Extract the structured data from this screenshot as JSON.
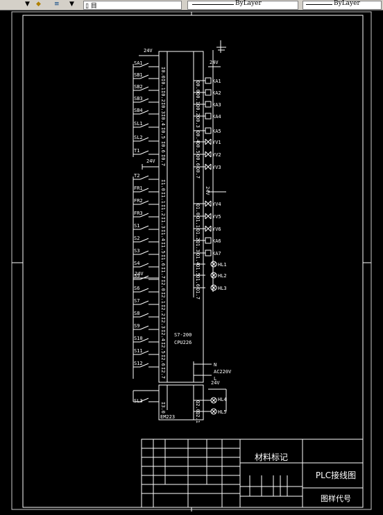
{
  "toolbar": {
    "layer_value": "ByLayer",
    "linetype_value": "ByLayer",
    "icons": [
      "chevron-down-icon",
      "layer-icon",
      "layer-stack-icon",
      "dropdown-icon"
    ]
  },
  "drawing": {
    "inputs_left_top": [
      "SA1",
      "SB1",
      "SB2",
      "SB3",
      "SB4",
      "SL1",
      "SL2",
      "T1"
    ],
    "inputs_left_bottom": [
      "T2",
      "FR1",
      "FR2",
      "FR3",
      "S1",
      "S2",
      "S3",
      "S4",
      "S5",
      "S6",
      "S7",
      "S8",
      "S9",
      "S10",
      "S11",
      "S12"
    ],
    "input_terminals_top": [
      "I0.0",
      "I0.1",
      "I0.2",
      "I0.3",
      "I0.4",
      "I0.5",
      "I0.6",
      "I0.7"
    ],
    "input_terminals_bottom": [
      "I1.0",
      "I1.1",
      "I1.2",
      "I1.3",
      "I1.4",
      "I1.5",
      "I1.6",
      "I1.7",
      "I2.0",
      "I2.1",
      "I2.2",
      "I2.3",
      "I2.4",
      "I2.5",
      "I2.6",
      "I2.7"
    ],
    "outputs_right_top": [
      "KA1",
      "KA2",
      "KA3",
      "KA4",
      "KA5",
      "YV1",
      "YV2",
      "YV3"
    ],
    "outputs_right_bottom": [
      "YV4",
      "YV5",
      "YV6",
      "KA6",
      "KA7",
      "HL1",
      "HL2",
      "HL3"
    ],
    "output_terminals_top": [
      "Q0.0",
      "Q0.1",
      "Q0.2",
      "Q0.3",
      "Q0.4",
      "Q0.5",
      "Q0.6",
      "Q0.7"
    ],
    "output_terminals_bottom": [
      "Q1.0",
      "Q1.1",
      "Q1.2",
      "Q1.3",
      "Q1.4",
      "Q1.5",
      "Q1.6",
      "Q1.7"
    ],
    "supply_24v": "24V",
    "cpu_model_1": "S7-200",
    "cpu_model_2": "CPU226",
    "power_n": "N",
    "power_v": "AC220V",
    "power_l": "L",
    "sl3": "SL3",
    "hl4": "HL4",
    "hl5": "HL5",
    "em223": "EM223",
    "em_in": "I3.0",
    "em_out1": "Q2.0",
    "em_out2": "Q2.1"
  },
  "title_block": {
    "material_mark": "材料标记",
    "drawing_title": "PLC接线图",
    "drawing_code": "图样代号"
  }
}
